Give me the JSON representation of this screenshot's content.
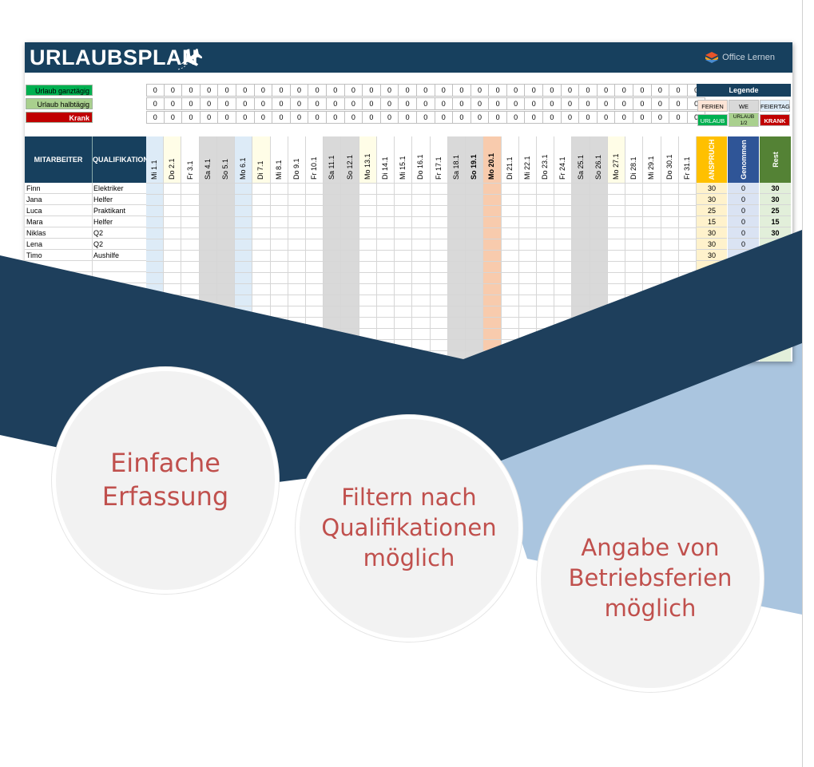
{
  "sheet": {
    "title": "URLAUBSPLAN",
    "brand": "Office Lernen",
    "status_labels": {
      "ganztaegig": "Urlaub ganztägig",
      "halbtaegig": "Urlaub halbtägig",
      "krank": "Krank"
    },
    "counts_ganztaegig": [
      "0",
      "0",
      "0",
      "0",
      "0",
      "0",
      "0",
      "0",
      "0",
      "0",
      "0",
      "0",
      "0",
      "0",
      "0",
      "0",
      "0",
      "0",
      "0",
      "0",
      "0",
      "0",
      "0",
      "0",
      "0",
      "0",
      "0",
      "0",
      "0",
      "0",
      "0"
    ],
    "counts_halbtaegig": [
      "0",
      "0",
      "0",
      "0",
      "0",
      "0",
      "0",
      "0",
      "0",
      "0",
      "0",
      "0",
      "0",
      "0",
      "0",
      "0",
      "0",
      "0",
      "0",
      "0",
      "0",
      "0",
      "0",
      "0",
      "0",
      "0",
      "0",
      "0",
      "0",
      "0",
      "0"
    ],
    "counts_krank": [
      "0",
      "0",
      "0",
      "0",
      "0",
      "0",
      "0",
      "0",
      "0",
      "0",
      "0",
      "0",
      "0",
      "0",
      "0",
      "0",
      "0",
      "0",
      "0",
      "0",
      "0",
      "0",
      "0",
      "0",
      "0",
      "0",
      "0",
      "0",
      "0",
      "0",
      "0"
    ],
    "legend": {
      "title": "Legende",
      "ferien": "FERIEN",
      "we": "WE",
      "feiertag": "FEIERTAG",
      "urlaub": "URLAUB",
      "urlaub_half_line1": "URLAUB",
      "urlaub_half_line2": "1/2",
      "krank": "KRANK"
    },
    "columns": {
      "mitarbeiter": "MITARBEITER",
      "qualifikation": "QUALIFIKATION",
      "anspruch": "ANSPRUCH",
      "genommen": "Genommen",
      "rest": "Rest"
    },
    "days": [
      {
        "label": "Mi  1.1",
        "kind": "holiday"
      },
      {
        "label": "Do  2.1",
        "kind": "ferien"
      },
      {
        "label": "Fr  3.1",
        "kind": "normal"
      },
      {
        "label": "Sa  4.1",
        "kind": "weekend"
      },
      {
        "label": "So  5.1",
        "kind": "weekend"
      },
      {
        "label": "Mo  6.1",
        "kind": "holiday"
      },
      {
        "label": "Di  7.1",
        "kind": "ferien"
      },
      {
        "label": "Mi  8.1",
        "kind": "normal"
      },
      {
        "label": "Do  9.1",
        "kind": "normal"
      },
      {
        "label": "Fr  10.1",
        "kind": "normal"
      },
      {
        "label": "Sa  11.1",
        "kind": "weekend"
      },
      {
        "label": "So  12.1",
        "kind": "weekend"
      },
      {
        "label": "Mo  13.1",
        "kind": "ferien"
      },
      {
        "label": "Di  14.1",
        "kind": "normal"
      },
      {
        "label": "Mi  15.1",
        "kind": "normal"
      },
      {
        "label": "Do  16.1",
        "kind": "normal"
      },
      {
        "label": "Fr  17.1",
        "kind": "normal"
      },
      {
        "label": "Sa  18.1",
        "kind": "weekend"
      },
      {
        "label": "So  19.1",
        "kind": "weekend-bold"
      },
      {
        "label": "Mo  20.1",
        "kind": "today"
      },
      {
        "label": "Di  21.1",
        "kind": "normal"
      },
      {
        "label": "Mi  22.1",
        "kind": "normal"
      },
      {
        "label": "Do  23.1",
        "kind": "normal"
      },
      {
        "label": "Fr  24.1",
        "kind": "normal"
      },
      {
        "label": "Sa  25.1",
        "kind": "weekend"
      },
      {
        "label": "So  26.1",
        "kind": "weekend"
      },
      {
        "label": "Mo  27.1",
        "kind": "ferien"
      },
      {
        "label": "Di  28.1",
        "kind": "normal"
      },
      {
        "label": "Mi  29.1",
        "kind": "normal"
      },
      {
        "label": "Do  30.1",
        "kind": "normal"
      },
      {
        "label": "Fr  31.1",
        "kind": "normal"
      }
    ],
    "employees": [
      {
        "name": "Finn",
        "qual": "Elektriker",
        "anspruch": "30",
        "genommen": "0",
        "rest": "30"
      },
      {
        "name": "Jana",
        "qual": "Helfer",
        "anspruch": "30",
        "genommen": "0",
        "rest": "30"
      },
      {
        "name": "Luca",
        "qual": "Praktikant",
        "anspruch": "25",
        "genommen": "0",
        "rest": "25"
      },
      {
        "name": "Mara",
        "qual": "Helfer",
        "anspruch": "15",
        "genommen": "0",
        "rest": "15"
      },
      {
        "name": "Niklas",
        "qual": "Q2",
        "anspruch": "30",
        "genommen": "0",
        "rest": "30"
      },
      {
        "name": "Lena",
        "qual": "Q2",
        "anspruch": "30",
        "genommen": "0",
        "rest": ""
      },
      {
        "name": "Timo",
        "qual": "Aushilfe",
        "anspruch": "30",
        "genommen": "",
        "rest": ""
      }
    ]
  },
  "features": {
    "f1": {
      "line1": "Einfache",
      "line2": "Erfassung"
    },
    "f2": {
      "line1": "Filtern nach",
      "line2": "Qualifikationen",
      "line3": "möglich"
    },
    "f3": {
      "line1": "Angabe von",
      "line2": "Betriebsferien",
      "line3": "möglich"
    }
  },
  "colors": {
    "navy": "#1e3f5c",
    "light_blue": "#aac5df",
    "header": "#17405e",
    "accent_text": "#c0504d",
    "urlaub_green": "#00b050",
    "half_green": "#a9d08e",
    "krank_red": "#c00000",
    "ferien": "#fce4d6",
    "weekend": "#d9d9d9",
    "holiday": "#ddebf7",
    "ferien_col": "#fffde7",
    "today": "#f8cbad",
    "anspruch": "#ffc000",
    "genommen": "#2f5597",
    "rest": "#548235"
  }
}
